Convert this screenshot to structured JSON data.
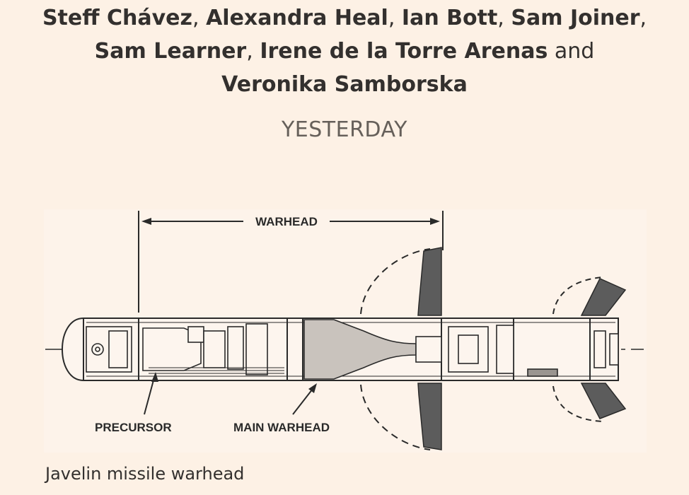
{
  "byline": {
    "authors": [
      "Steff Chávez",
      "Alexandra Heal",
      "Ian Bott",
      "Sam Joiner",
      "Sam Learner",
      "Irene de la Torre Arenas",
      "Veronika Samborska"
    ],
    "separator": ",",
    "conjunction": "and"
  },
  "dateline": "YESTERDAY",
  "figure": {
    "labels": {
      "warhead": "WARHEAD",
      "precursor": "PRECURSOR",
      "main_warhead": "MAIN WARHEAD"
    },
    "caption": "Javelin missile warhead"
  }
}
